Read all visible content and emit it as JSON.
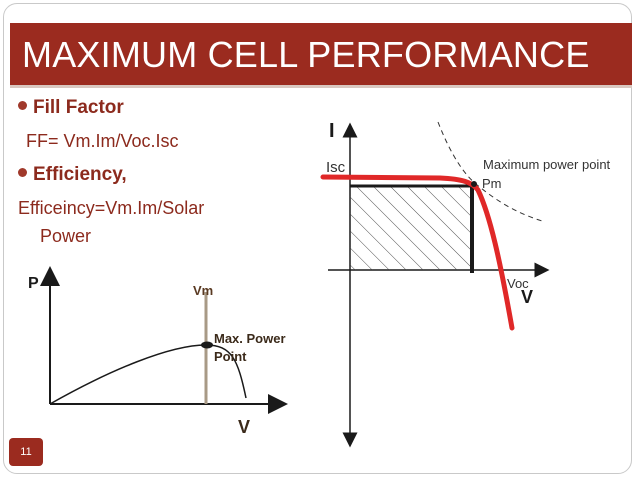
{
  "slide": {
    "title": "MAXIMUM CELL PERFORMANCE",
    "number": "11"
  },
  "bullets": [
    {
      "label": "Fill Factor",
      "text": "FF= Vm.Im/Voc.Isc"
    },
    {
      "label": "Efficiency,",
      "text_lines": [
        "Efficeincy=Vm.Im/Solar",
        "Power"
      ]
    }
  ],
  "pv_graph": {
    "y_label": "P",
    "x_label": "V",
    "vm_label": "Vm",
    "point_label_lines": [
      "Max. Power",
      "Point"
    ]
  },
  "iv_graph": {
    "y_label": "I",
    "x_label": "V",
    "isc_label": "Isc",
    "voc_label": "Voc",
    "mpp_label": "Maximum power point",
    "pm_label": "Pm"
  },
  "colors": {
    "title_bar": "#9b2b1f",
    "bullet_text": "#8c2a1d",
    "iv_curve": "#e02828",
    "vm_line": "#a89a86"
  }
}
